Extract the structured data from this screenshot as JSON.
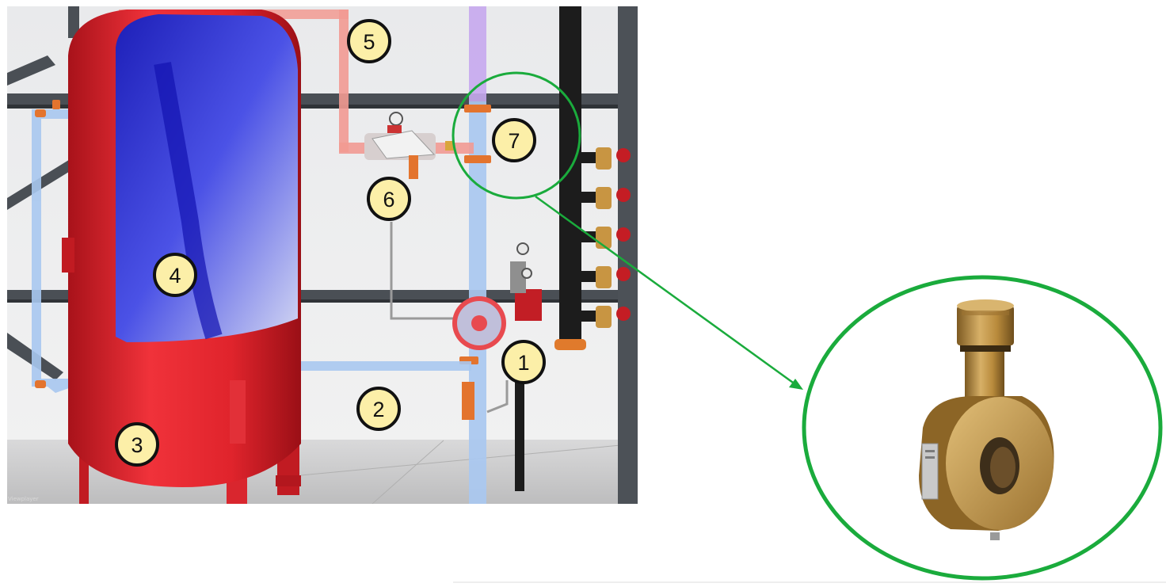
{
  "scene": {
    "caption": "Viewplayer",
    "highlight_color": "#1aab3c",
    "tank_color": "#e8212a",
    "water_color": "#2c2fd8",
    "pipe_water_color": "#a9c8f0",
    "pipe_air_color": "#f29a92",
    "valve_color": "#b68a3e",
    "markers": [
      {
        "id": "1",
        "label": "1"
      },
      {
        "id": "2",
        "label": "2"
      },
      {
        "id": "3",
        "label": "3"
      },
      {
        "id": "4",
        "label": "4"
      },
      {
        "id": "5",
        "label": "5"
      },
      {
        "id": "6",
        "label": "6"
      },
      {
        "id": "7",
        "label": "7"
      }
    ]
  },
  "detail": {
    "component_icon": "brass-flow-switch-icon",
    "callout_source_marker": "7"
  }
}
